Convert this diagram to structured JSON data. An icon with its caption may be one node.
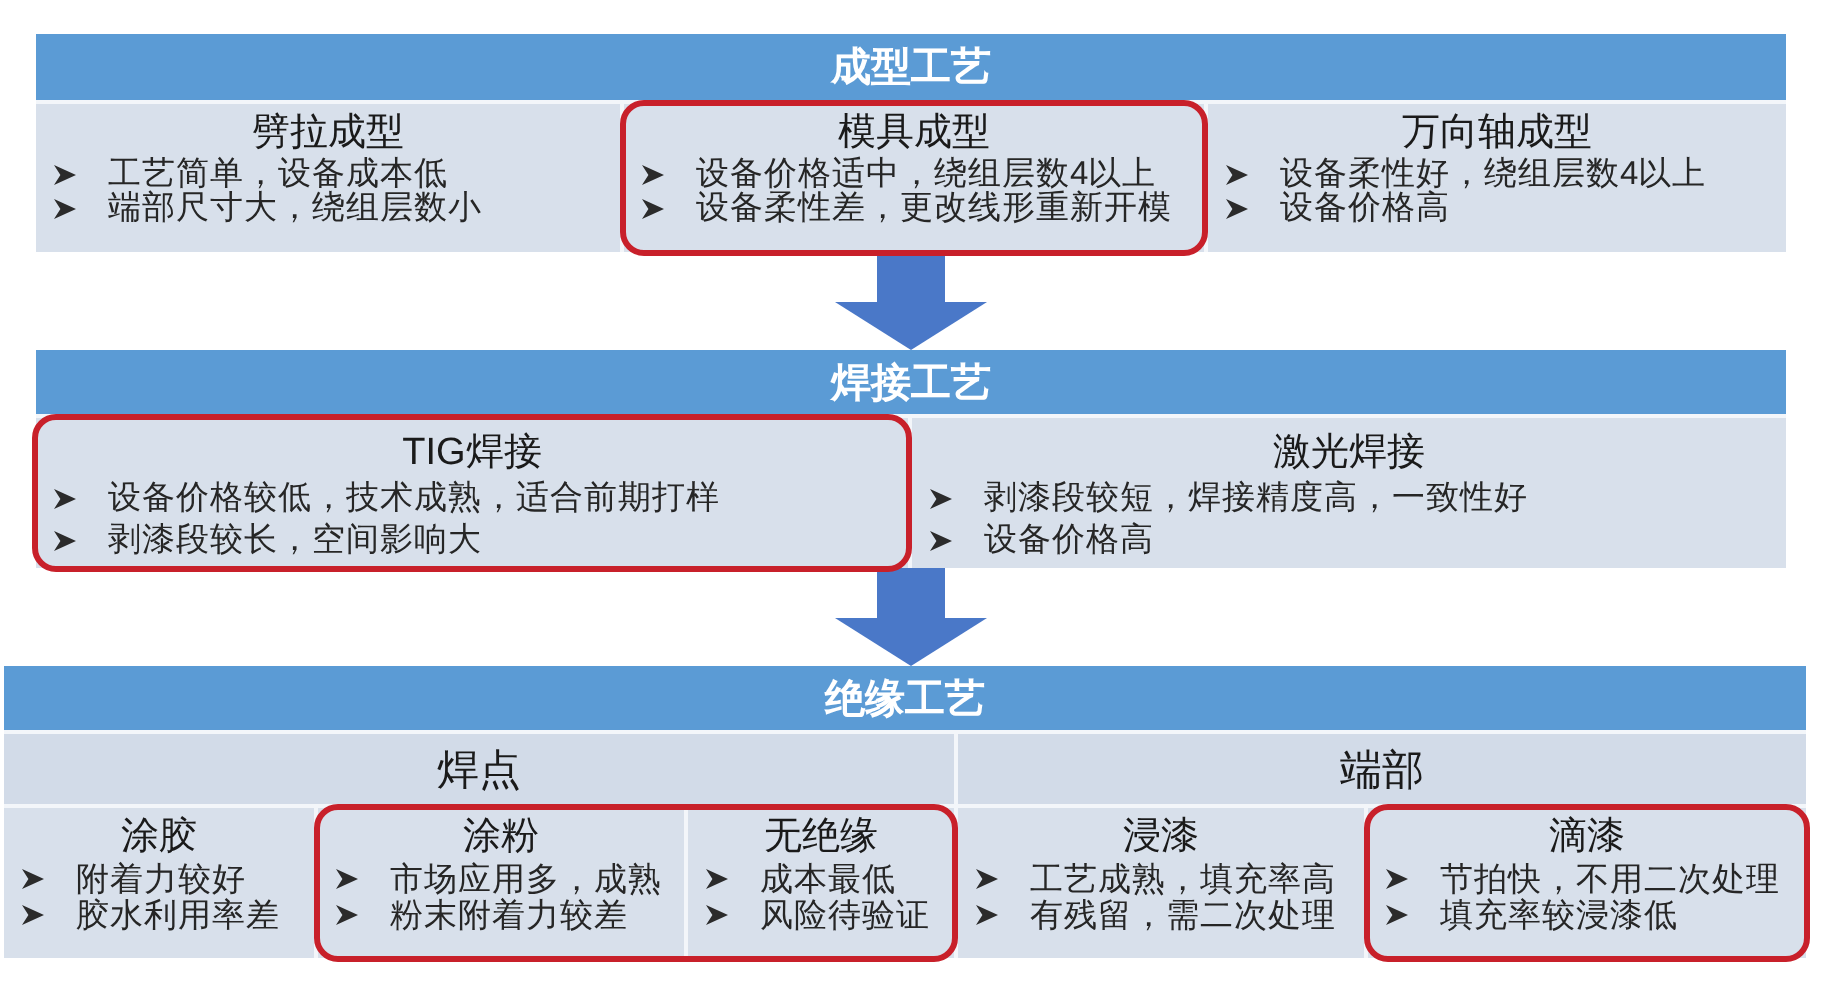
{
  "diagram": {
    "nodes": [
      {
        "text": [
          "成型工艺"
        ]
      },
      {
        "text": [
          "劈拉成型",
          "工艺简单，设备成本低",
          "端部尺寸大，绕组层数小"
        ],
        "in": 0
      },
      {
        "text": [
          "模具成型",
          "设备价格适中，绕组层数4以上",
          "设备柔性差，更改线形重新开模"
        ],
        "in": 0
      },
      {
        "text": [
          "万向轴成型",
          "设备柔性好，绕组层数4以上",
          "设备价格高"
        ],
        "in": 0
      },
      {
        "text": [
          "焊接工艺"
        ]
      },
      {
        "text": [
          "TIG焊接",
          "设备价格较低，技术成熟，适合前期打样",
          "剥漆段较长，空间影响大"
        ],
        "in": 4
      },
      {
        "text": [
          "激光焊接",
          "剥漆段较短，焊接精度高，一致性好",
          "设备价格高"
        ],
        "in": 4
      },
      {
        "text": [
          "绝缘工艺"
        ]
      },
      {
        "text": [
          "焊点"
        ],
        "in": 7
      },
      {
        "text": [
          "涂胶",
          "附着力较好",
          "胶水利用率差"
        ],
        "in": 8
      },
      {
        "text": [
          "涂粉",
          "市场应用多，成熟",
          "粉末附着力较差"
        ],
        "in": 8
      },
      {
        "text": [
          "无绝缘",
          "成本最低",
          "风险待验证"
        ],
        "in": 8
      },
      {
        "text": [
          "端部"
        ],
        "in": 7
      },
      {
        "text": [
          "浸漆",
          "工艺成熟，填充率高",
          "有残留，需二次处理"
        ],
        "in": 12
      },
      {
        "text": [
          "滴漆",
          "节拍快，不用二次处理",
          "填充率较浸漆低"
        ],
        "in": 12
      }
    ],
    "edges": [
      {
        "from": 0,
        "to": 4,
        "arrow": "to"
      },
      {
        "from": 4,
        "to": 7,
        "arrow": "to"
      }
    ]
  }
}
